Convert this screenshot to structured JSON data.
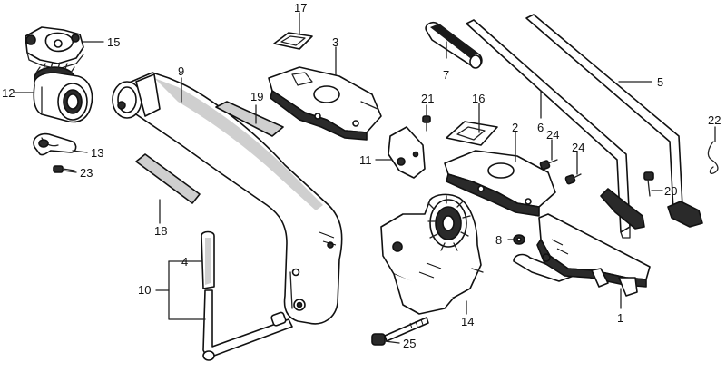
{
  "callouts": [
    {
      "id": "l1",
      "text": "1"
    },
    {
      "id": "l2",
      "text": "2"
    },
    {
      "id": "l3",
      "text": "3"
    },
    {
      "id": "l4",
      "text": "4"
    },
    {
      "id": "l5",
      "text": "5"
    },
    {
      "id": "l6",
      "text": "6"
    },
    {
      "id": "l7",
      "text": "7"
    },
    {
      "id": "l8",
      "text": "8"
    },
    {
      "id": "l9",
      "text": "9"
    },
    {
      "id": "l10",
      "text": "10"
    },
    {
      "id": "l11",
      "text": "11"
    },
    {
      "id": "l12",
      "text": "12"
    },
    {
      "id": "l13",
      "text": "13"
    },
    {
      "id": "l14",
      "text": "14"
    },
    {
      "id": "l15",
      "text": "15"
    },
    {
      "id": "l16",
      "text": "16"
    },
    {
      "id": "l17",
      "text": "17"
    },
    {
      "id": "l18",
      "text": "18"
    },
    {
      "id": "l19",
      "text": "19"
    },
    {
      "id": "l20",
      "text": "20"
    },
    {
      "id": "l21",
      "text": "21"
    },
    {
      "id": "l22",
      "text": "22"
    },
    {
      "id": "l23",
      "text": "23"
    },
    {
      "id": "l24a",
      "text": "24"
    },
    {
      "id": "l24b",
      "text": "24"
    },
    {
      "id": "l25",
      "text": "25"
    }
  ]
}
